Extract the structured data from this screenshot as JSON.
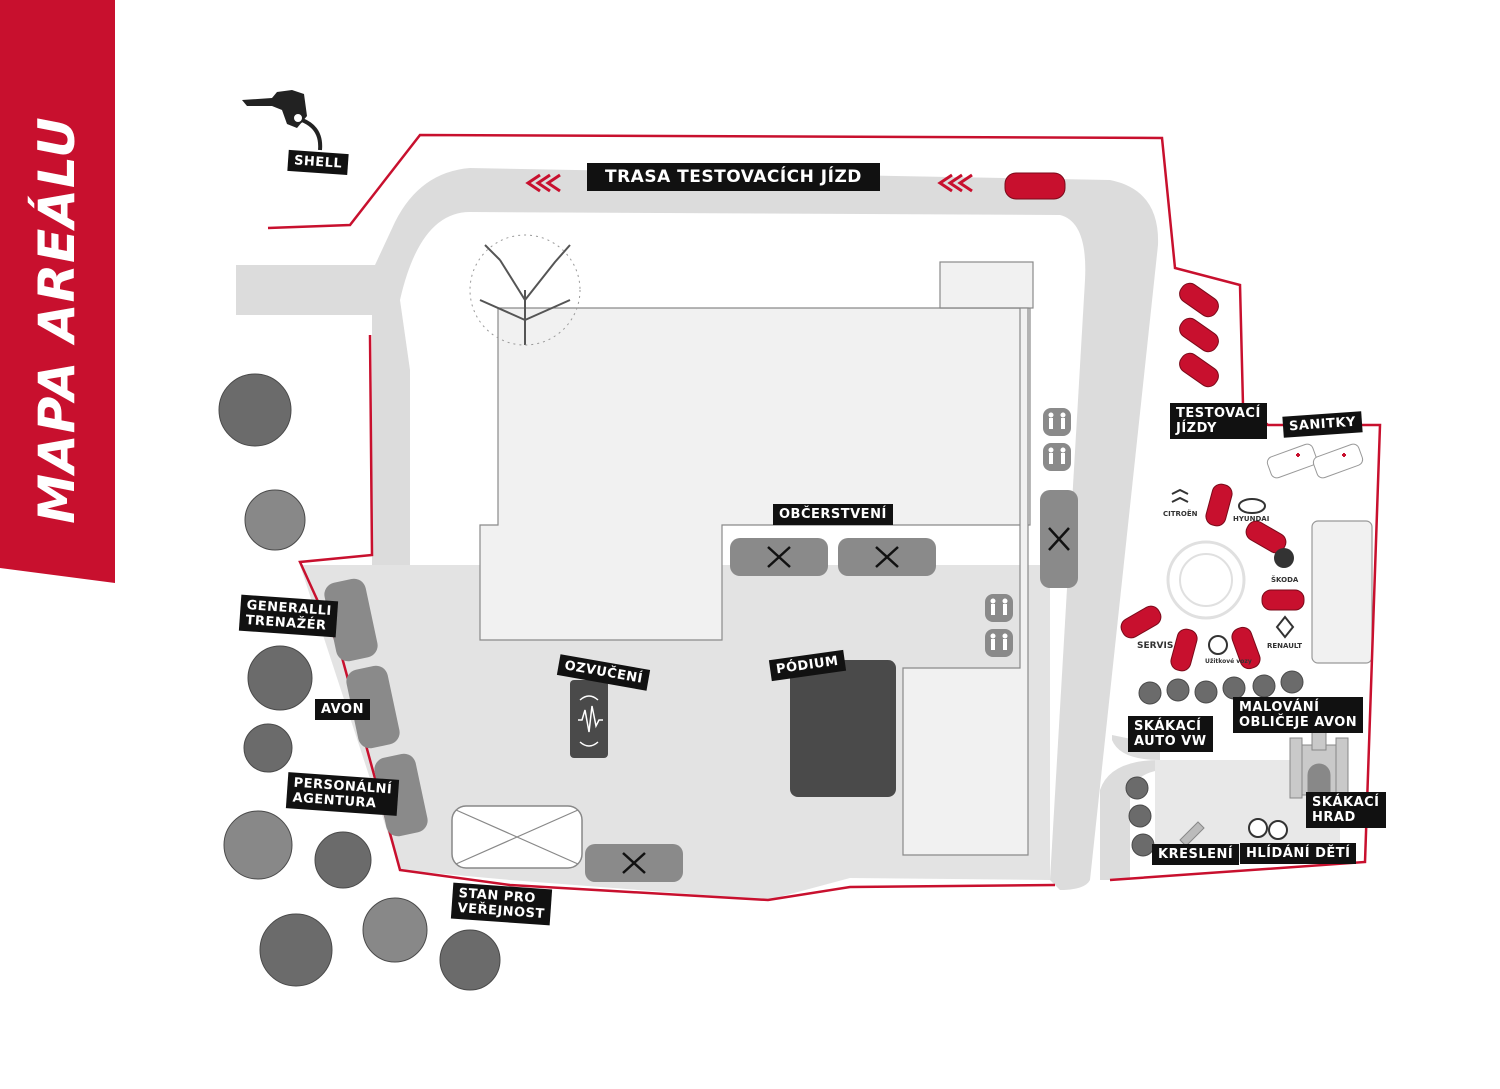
{
  "title": "MAPA AREÁLU",
  "colors": {
    "accent": "#c8102e",
    "road": "#dcdcdc",
    "area": "#e3e3e3",
    "building": "#f2f2f2",
    "label_bg": "#111111"
  },
  "labels": {
    "route": "TRASA TESTOVACÍCH JÍZD",
    "shell": "SHELL",
    "refreshments": "OBČERSTVENÍ",
    "sound": "OZVUČENÍ",
    "stage": "PÓDIUM",
    "generali_1": "GENERALLI",
    "generali_2": "TRENAŽÉR",
    "avon": "AVON",
    "agency_1": "PERSONÁLNÍ",
    "agency_2": "AGENTURA",
    "tent_1": "STAN PRO",
    "tent_2": "VEŘEJNOST",
    "test_drives_1": "TESTOVACÍ",
    "test_drives_2": "JÍZDY",
    "ambulances": "SANITKY",
    "service": "SERVIS",
    "bouncy_car_1": "SKÁKACÍ",
    "bouncy_car_2": "AUTO VW",
    "face_paint_1": "MALOVÁNÍ",
    "face_paint_2": "OBLIČEJE AVON",
    "bouncy_castle_1": "SKÁKACÍ",
    "bouncy_castle_2": "HRAD",
    "drawing": "KRESLENÍ",
    "childcare": "HLÍDÁNÍ DĚTÍ"
  },
  "brands": {
    "citroen": "CITROËN",
    "hyundai": "HYUNDAI",
    "skoda": "ŠKODA",
    "renault": "RENAULT",
    "vw": "Užitkové vozy"
  },
  "icons": [
    "fuel-pump-icon",
    "restaurant-icon",
    "restroom-icon",
    "speaker-icon",
    "car-icon",
    "ambulance-icon",
    "tree-icon",
    "pencil-icon",
    "kids-icon",
    "castle-icon"
  ]
}
